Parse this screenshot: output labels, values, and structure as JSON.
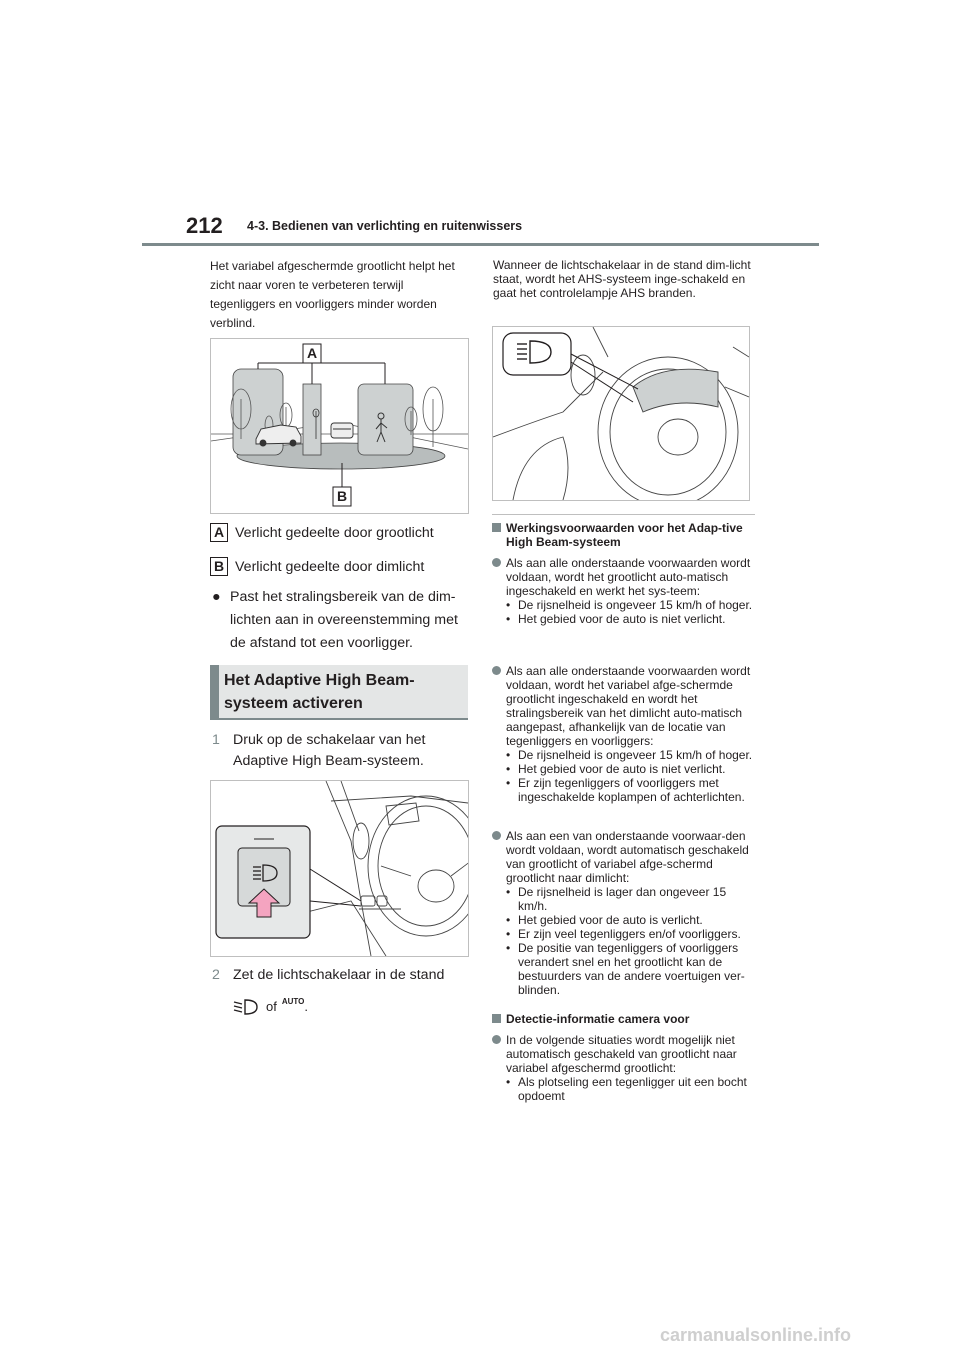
{
  "header": {
    "page_number": "212",
    "section": "4-3. Bedienen van verlichting en ruitenwissers"
  },
  "left": {
    "intro": "Het variabel afgeschermde grootlicht helpt het zicht naar voren te verbeteren terwijl tegenliggers en voorliggers minder worden verblind.",
    "fig1_label_a": "A",
    "fig1_label_b": "B",
    "legend_a_letter": "A",
    "legend_a_text": "Verlicht gedeelte door grootlicht",
    "legend_b_letter": "B",
    "legend_b_text": "Verlicht gedeelte door dimlicht",
    "bullet_dot": "●",
    "bullet_text": "Past het stralingsbereik van de dim-lichten aan in overeenstemming met de afstand tot een voorligger.",
    "heading": "Het Adaptive High Beam-systeem activeren",
    "step1_num": "1",
    "step1_text": "Druk op de schakelaar van het Adaptive High Beam-systeem.",
    "step2_num": "2",
    "step2_text": "Zet de lichtschakelaar in de stand",
    "step2_of": "of",
    "step2_auto": "AUTO",
    "step2_period": "."
  },
  "right": {
    "intro": "Wanneer de lichtschakelaar in de stand dim-licht staat, wordt het AHS-systeem inge-schakeld en gaat het controlelampje AHS branden.",
    "sec1_title": "Werkingsvoorwaarden voor het Adap-tive High Beam-systeem",
    "p1": "Als aan alle onderstaande voorwaarden wordt voldaan, wordt het grootlicht auto-matisch ingeschakeld en werkt het sys-teem:",
    "p1_items": [
      "De rijsnelheid is ongeveer 15 km/h of hoger.",
      "Het gebied voor de auto is niet verlicht."
    ],
    "p2": "Als aan alle onderstaande voorwaarden wordt voldaan, wordt het variabel afge-schermde grootlicht ingeschakeld en wordt het stralingsbereik van het dimlicht auto-matisch aangepast, afhankelijk van de locatie van tegenliggers en voorliggers:",
    "p2_items": [
      "De rijsnelheid is ongeveer 15 km/h of hoger.",
      "Het gebied voor de auto is niet verlicht.",
      "Er zijn tegenliggers of voorliggers met ingeschakelde koplampen of achterlichten."
    ],
    "p3": "Als aan een van onderstaande voorwaar-den wordt voldaan, wordt automatisch geschakeld van grootlicht of variabel afge-schermd grootlicht naar dimlicht:",
    "p3_items": [
      "De rijsnelheid is lager dan ongeveer 15 km/h.",
      "Het gebied voor de auto is verlicht.",
      "Er zijn veel tegenliggers en/of voorliggers.",
      "De positie van tegenliggers of voorliggers verandert snel en het grootlicht kan de bestuurders van de andere voertuigen ver-blinden."
    ],
    "sec2_title": "Detectie-informatie camera voor",
    "p4": "In de volgende situaties wordt mogelijk niet automatisch geschakeld van grootlicht naar variabel afgeschermd grootlicht:",
    "p4_items": [
      "Als plotseling een tegenligger uit een bocht opdoemt"
    ]
  },
  "footer": "carmanualsonline.info"
}
